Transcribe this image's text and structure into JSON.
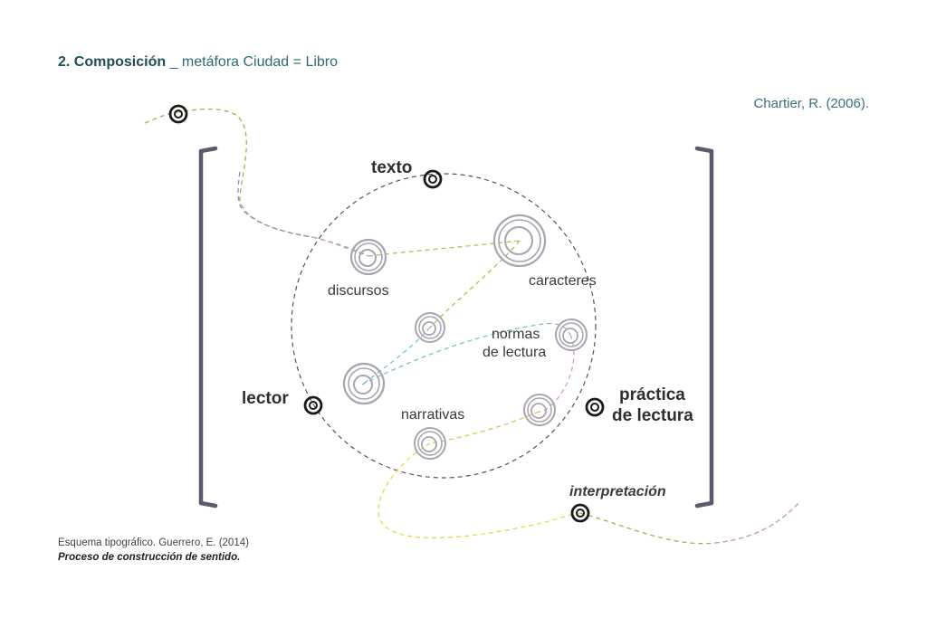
{
  "header": {
    "title_strong": "2. Composición",
    "title_light": " _ metáfora Ciudad = Libro"
  },
  "citation": "Chartier, R. (2006).",
  "diagram": {
    "labels": {
      "texto": "texto",
      "lector": "lector",
      "practica_1": "práctica",
      "practica_2": "de lectura",
      "discursos": "discursos",
      "caracteres": "caracteres",
      "normas_1": "normas",
      "normas_2": "de lectura",
      "narrativas": "narrativas",
      "interpretacion": "interpretación"
    }
  },
  "footer": {
    "line1": "Esquema tipográfico. Guerrero, E. (2014)",
    "line2": "Proceso de construcción de sentido."
  }
}
